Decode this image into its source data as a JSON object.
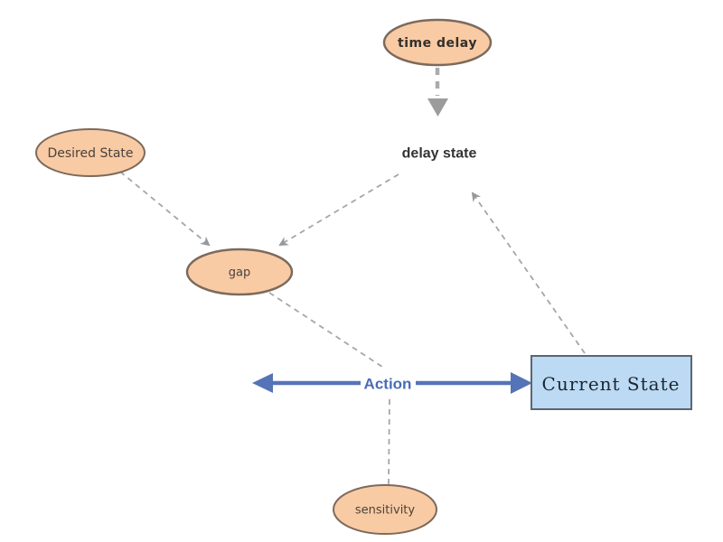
{
  "nodes": {
    "time_delay": {
      "label": "time delay",
      "shape": "ellipse"
    },
    "delay_state": {
      "label": "delay state",
      "shape": "text"
    },
    "desired_state": {
      "label": "Desired State",
      "shape": "ellipse"
    },
    "gap": {
      "label": "gap",
      "shape": "ellipse"
    },
    "action": {
      "label": "Action",
      "shape": "arrow-label"
    },
    "current_state": {
      "label": "Current State",
      "shape": "rectangle"
    },
    "sensitivity": {
      "label": "sensitivity",
      "shape": "ellipse"
    }
  },
  "connectors": [
    {
      "from": "time_delay",
      "to": "delay_state",
      "style": "thick-dashed-gray-arrow"
    },
    {
      "from": "desired_state",
      "to": "gap",
      "style": "dashed-gray-arrow"
    },
    {
      "from": "delay_state",
      "to": "gap",
      "style": "dashed-gray-arrow"
    },
    {
      "from": "gap",
      "to": "action",
      "style": "dashed-gray-line"
    },
    {
      "from": "sensitivity",
      "to": "action",
      "style": "dashed-gray-line"
    },
    {
      "from": "current_state",
      "to": "delay_state",
      "style": "dashed-gray-arrow"
    },
    {
      "from": "action",
      "to": "current_state",
      "style": "thick-blue-double-arrow"
    }
  ],
  "colors": {
    "background": "#ffffff",
    "ellipse_fill": "#f9cba4",
    "ellipse_border": "#7c6a5c",
    "ellipse_text": "#4a423c",
    "connector_gray": "#a6a6a6",
    "arrowhead_gray": "#999999",
    "action_blue": "#5574b8",
    "action_text_blue": "#4a6bb5",
    "current_state_fill": "#bcdaf3",
    "current_state_border": "#5b6673",
    "current_state_text": "#1c2733",
    "delay_state_text": "#333333"
  }
}
